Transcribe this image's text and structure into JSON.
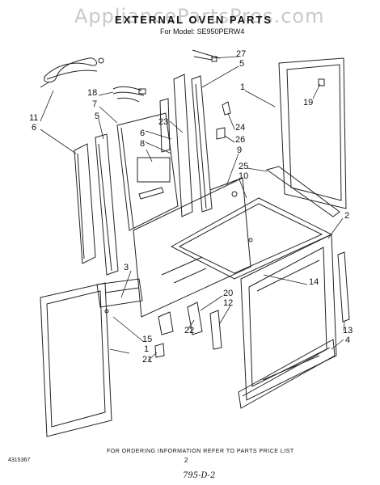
{
  "watermark": "AppliancePartsPros.com",
  "header": {
    "title": "EXTERNAL OVEN PARTS",
    "model_prefix": "For Model:",
    "model": "SE950PERW4"
  },
  "callouts": [
    "27",
    "5",
    "1",
    "19",
    "18",
    "7",
    "23",
    "11",
    "6",
    "24",
    "5",
    "6",
    "26",
    "8",
    "9",
    "25",
    "10",
    "2",
    "3",
    "14",
    "20",
    "12",
    "22",
    "13",
    "4",
    "15",
    "1",
    "21"
  ],
  "footer": {
    "ordering_note": "FOR ORDERING INFORMATION REFER TO PARTS PRICE LIST",
    "part_code": "4315367",
    "page_number": "2",
    "handwritten": "795-D-2"
  }
}
